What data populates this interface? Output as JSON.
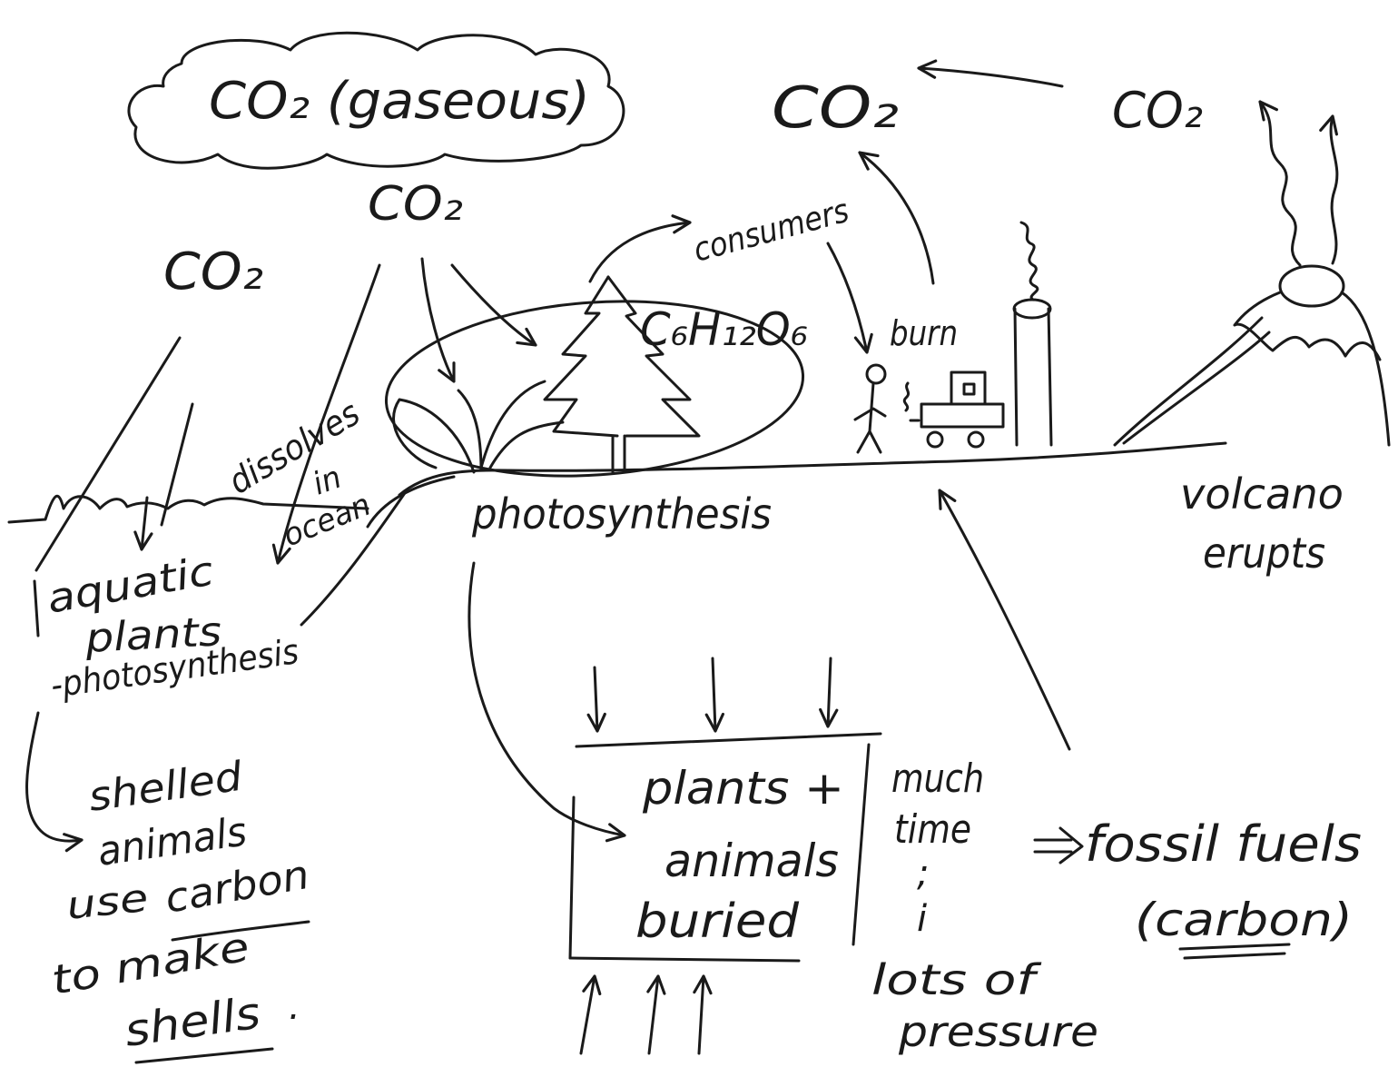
{
  "colors": {
    "ink": "#1a1a1a",
    "paper": "#ffffff"
  },
  "diagram": {
    "cloud_label": "CO₂ (gaseous)",
    "co2_top": "CO₂",
    "co2_right": "CO₂",
    "co2_center": "CO₂",
    "co2_left": "CO₂",
    "consumers": "consumers",
    "glucose": "C₆H₁₂O₆",
    "burn": "burn",
    "dissolves": [
      "dissolves",
      "in",
      "ocean"
    ],
    "photosynthesis": "photosynthesis",
    "volcano": [
      "volcano",
      "erupts"
    ],
    "aquatic": [
      "aquatic",
      "plants",
      "-photosynthesis"
    ],
    "shelled": [
      "shelled",
      "animals",
      "use",
      "carbon",
      "to make",
      "shells",
      "."
    ],
    "buried": [
      "plants +",
      "animals",
      "buried"
    ],
    "time": [
      "much",
      "time",
      ";",
      "i",
      "lots of",
      "pressure"
    ],
    "fossil": [
      "fossil fuels",
      "(carbon)"
    ]
  }
}
